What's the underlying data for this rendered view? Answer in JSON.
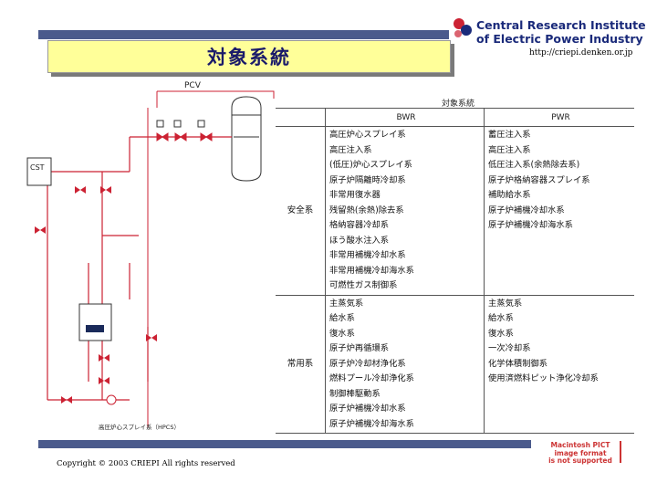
{
  "header": {
    "title": "対象系統",
    "org_line1": "Central Research Institute",
    "org_line2": "of Electric Power Industry",
    "url": "http://criepi.denken.or.jp"
  },
  "footer": {
    "copyright": "Copyright © 2003 CRIEPI All rights reserved",
    "pict_line1": "Macintosh PICT",
    "pict_line2": "image format",
    "pict_line3": "is not supported"
  },
  "diagram": {
    "pcv_label": "PCV",
    "cst_label": "CST",
    "bottom_label": "高圧炉心スプレイ系（HPCS）"
  },
  "table": {
    "title": "対象系統",
    "header_bwr": "BWR",
    "header_pwr": "PWR",
    "groups": [
      {
        "category": "安全系",
        "bwr": [
          "高圧炉心スプレイ系",
          "高圧注入系",
          "(低圧)炉心スプレイ系",
          "原子炉隔離時冷却系",
          "非常用復水器",
          "残留熱(余熱)除去系",
          "格納容器冷却系",
          "ほう酸水注入系",
          "非常用補機冷却水系",
          "非常用補機冷却海水系",
          "可燃性ガス制御系"
        ],
        "pwr": [
          "蓄圧注入系",
          "高圧注入系",
          "低圧注入系(余熱除去系)",
          "原子炉格納容器スプレイ系",
          "補助給水系",
          "原子炉補機冷却水系",
          "原子炉補機冷却海水系"
        ]
      },
      {
        "category": "常用系",
        "bwr": [
          "主蒸気系",
          "給水系",
          "復水系",
          "原子炉再循環系",
          "原子炉冷却材浄化系",
          "燃料プール冷却浄化系",
          "制御棒駆動系",
          "原子炉補機冷却水系",
          "原子炉補機冷却海水系"
        ],
        "pwr": [
          "主蒸気系",
          "給水系",
          "復水系",
          "一次冷却系",
          "化学体積制御系",
          "使用済燃料ピット浄化冷却系"
        ]
      }
    ]
  },
  "colors": {
    "bar": "#4a5a8c",
    "title_bg": "#ffff99",
    "pipe": "#cc2233",
    "logo_text": "#1a2a7a"
  }
}
